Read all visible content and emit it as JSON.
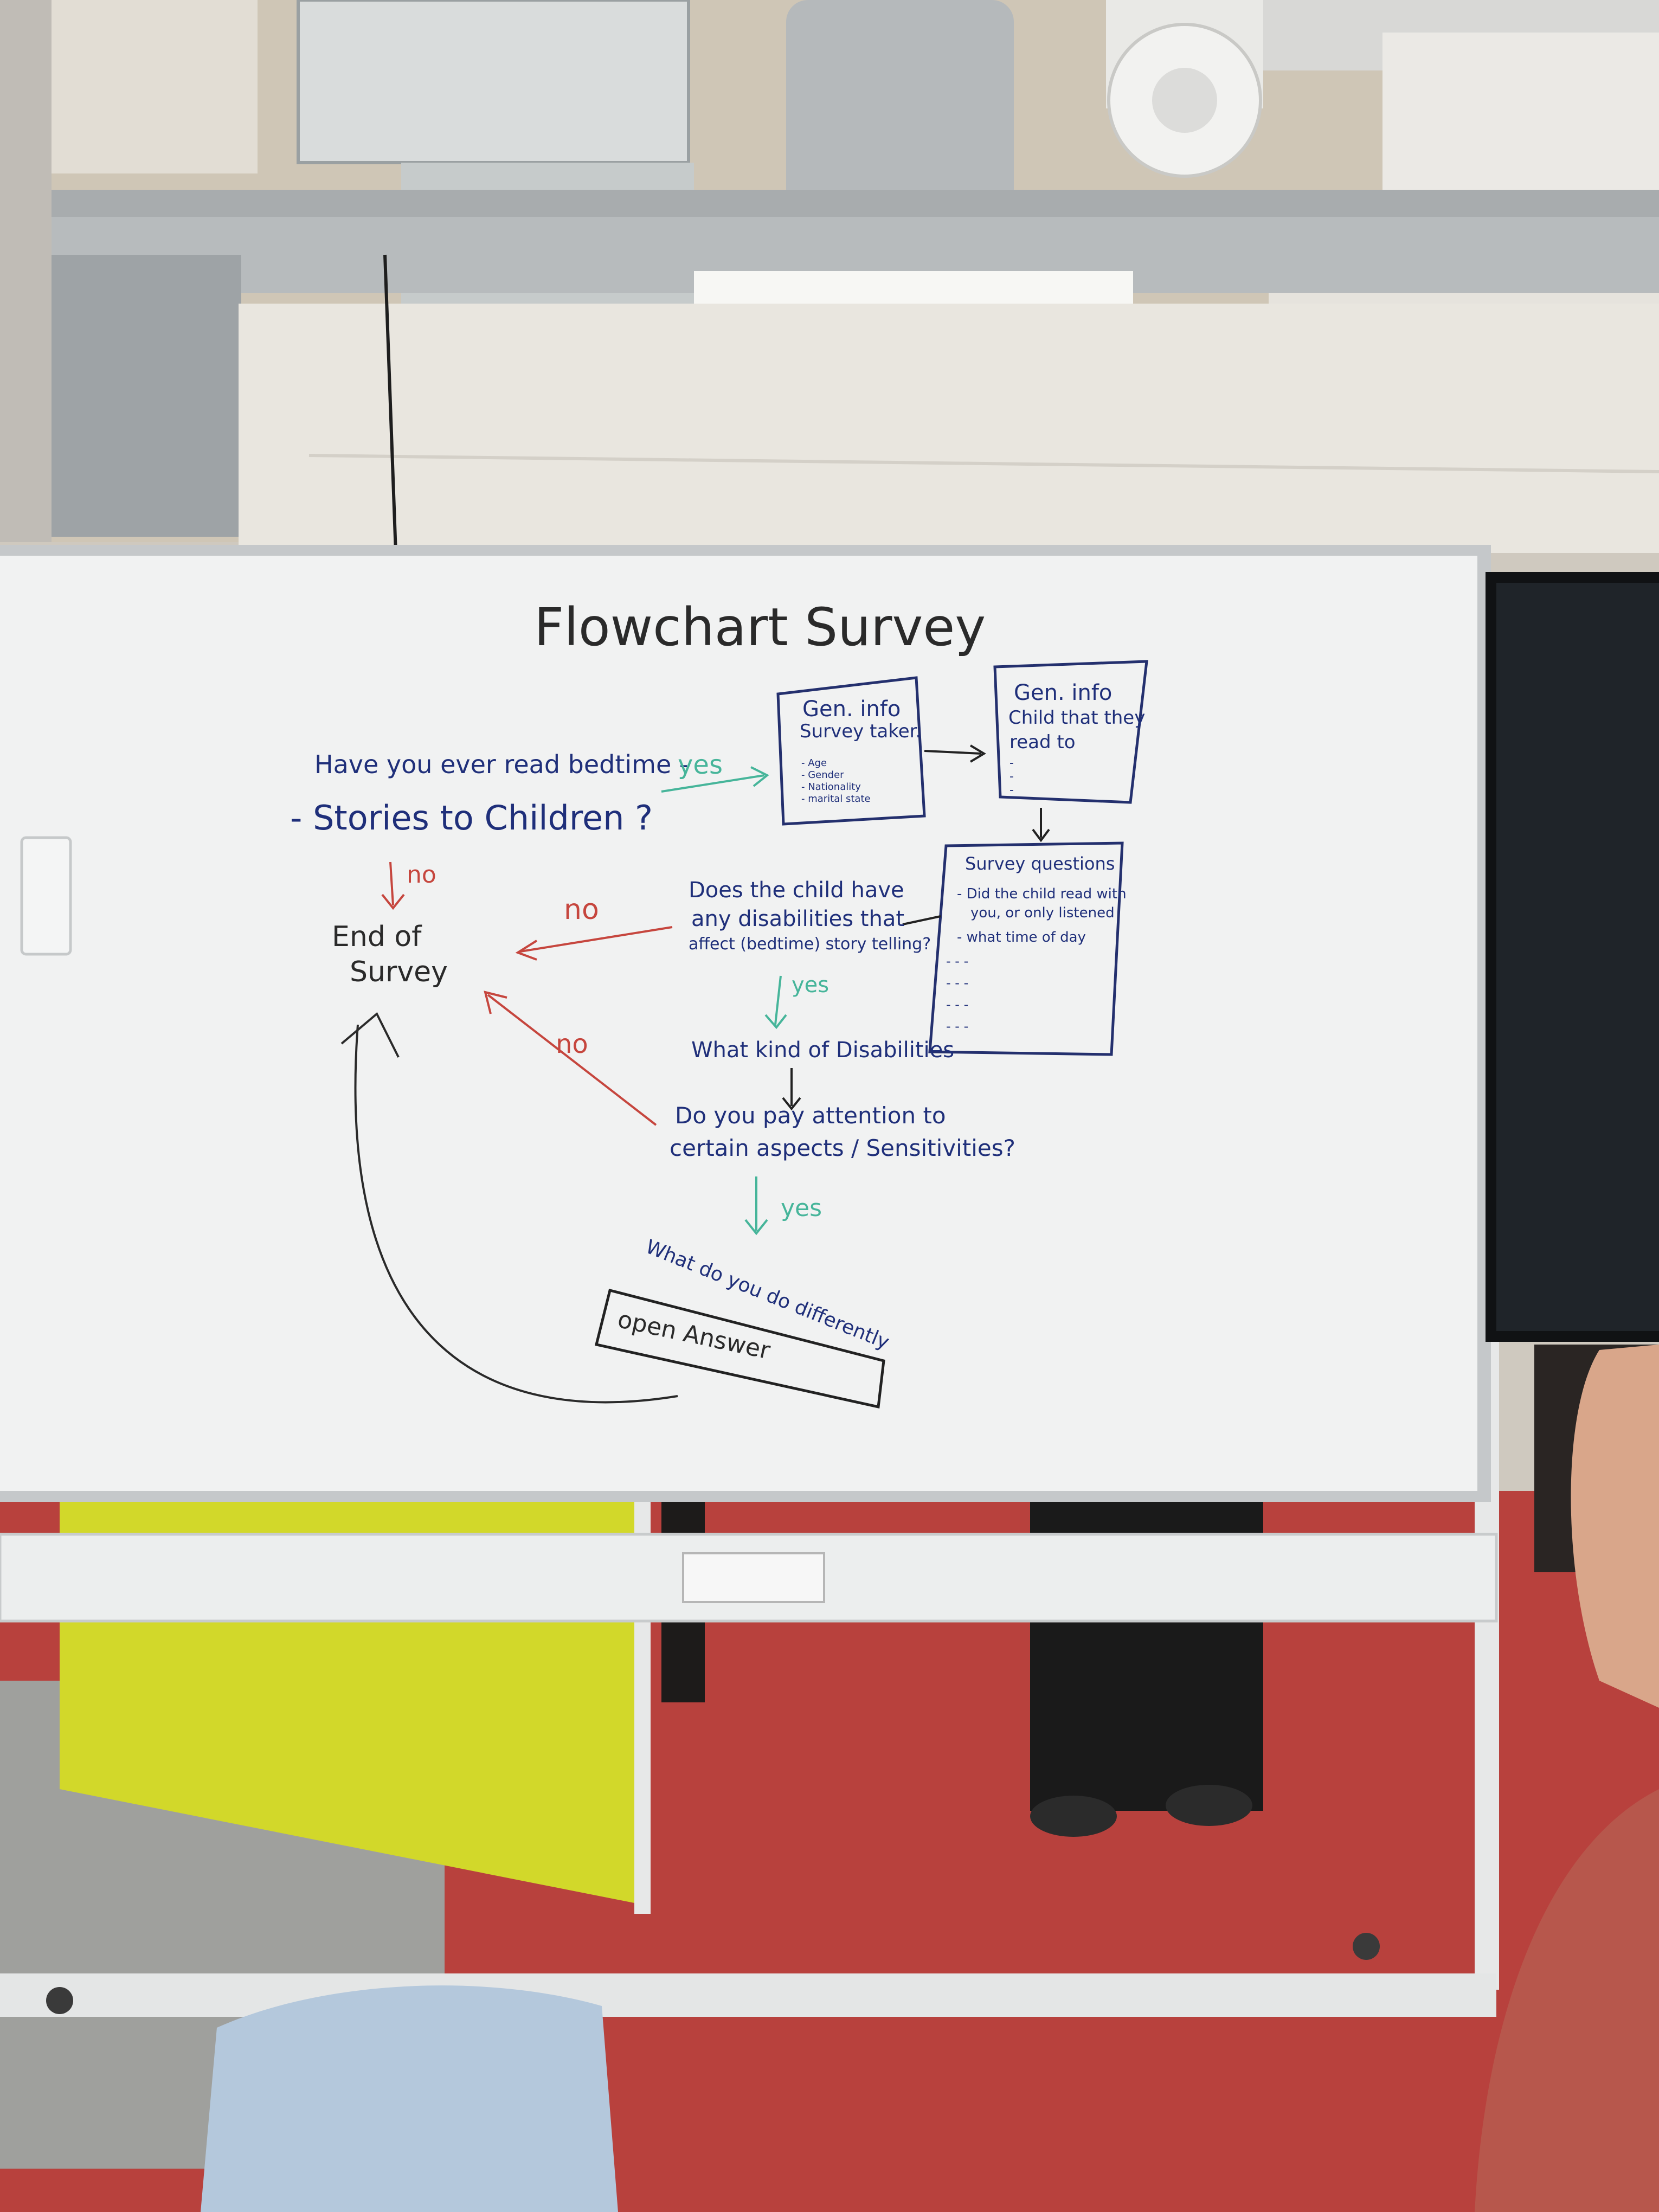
{
  "board": {
    "title": "Flowchart Survey",
    "start_question_line1": "Have you ever read bedtime -",
    "start_question_line2": "- Stories to Children ?",
    "yes_label_1": "yes",
    "no_label_1": "no",
    "end": {
      "line1": "End of",
      "line2": "Survey"
    },
    "box_taker": {
      "title_line1": "Gen. info",
      "title_line2": "Survey taker.",
      "items": [
        "- Age",
        "- Gender",
        "- Nationality",
        "- marital state"
      ]
    },
    "box_child": {
      "title_line1": "Gen. info",
      "title_line2": "Child that they",
      "title_line3": "read to",
      "items": [
        "-",
        "-",
        "-"
      ]
    },
    "box_questions": {
      "title": "Survey questions",
      "item1_line1": "- Did the child read with",
      "item1_line2": "you, or only listened",
      "item2": "- what time of day",
      "items": [
        "- - -",
        "- - -",
        "- - -",
        "- - -"
      ]
    },
    "disability_q_line1": "Does the child have",
    "disability_q_line2": "any disabilities that",
    "disability_q_line3": "affect (bedtime) story telling?",
    "no_label_2": "no",
    "yes_label_2": "yes",
    "what_kind": "What kind of Disabilities",
    "no_label_3": "no",
    "attention_q_line1": "Do you pay attention to",
    "attention_q_line2": "certain aspects / Sensitivities?",
    "yes_label_3": "yes",
    "what_differently": "What do you do differently",
    "open_answer": "open Answer"
  }
}
